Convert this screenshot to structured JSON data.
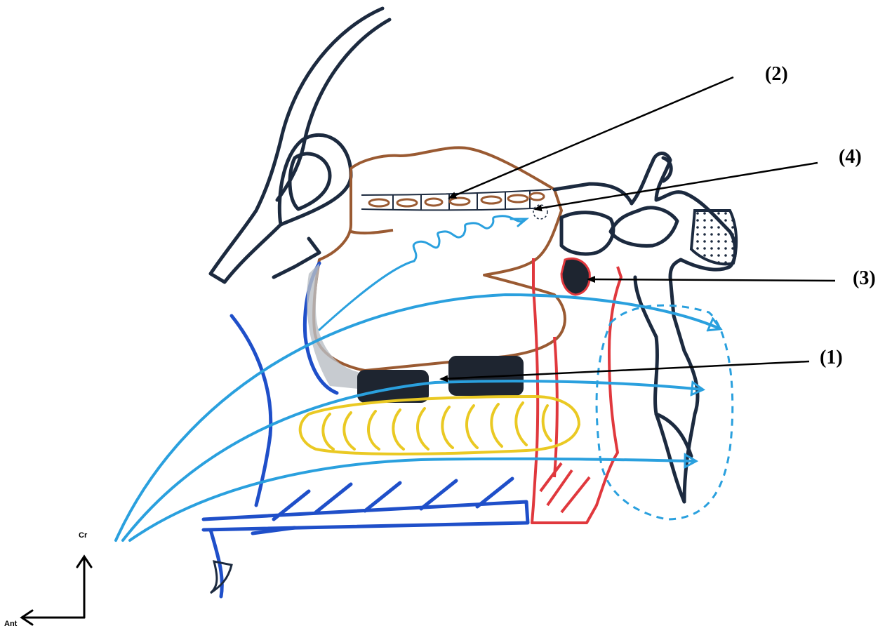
{
  "labels": {
    "callout_1": "(1)",
    "callout_2": "(2)",
    "callout_3": "(3)",
    "callout_4": "(4)"
  },
  "orientation": {
    "cranial": "Cr",
    "anterior": "Ant"
  },
  "colors": {
    "bone_outline": "#1c2a3f",
    "nasal_blue": "#1f4fc9",
    "airflow_blue": "#2aa0de",
    "brain_brown": "#9a5a32",
    "pharynx_red": "#e0383d",
    "yellow_structure": "#eac923",
    "dark_fill": "#1e2530",
    "gray_fill": "#b9bec4"
  }
}
